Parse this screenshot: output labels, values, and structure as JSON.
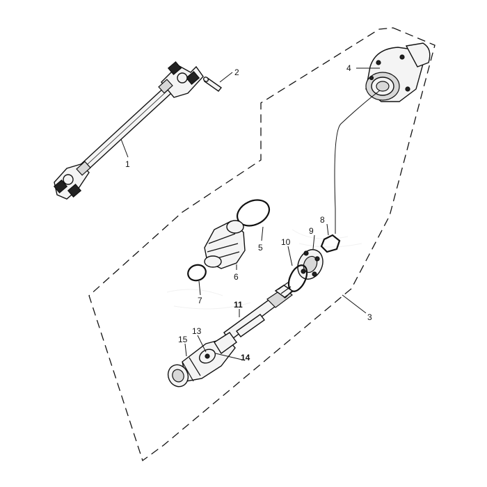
{
  "diagram": {
    "callouts": [
      {
        "id": "1",
        "label": "1"
      },
      {
        "id": "2",
        "label": "2"
      },
      {
        "id": "3",
        "label": "3"
      },
      {
        "id": "4",
        "label": "4"
      },
      {
        "id": "5",
        "label": "5"
      },
      {
        "id": "6",
        "label": "6"
      },
      {
        "id": "7",
        "label": "7"
      },
      {
        "id": "8",
        "label": "8"
      },
      {
        "id": "9",
        "label": "9"
      },
      {
        "id": "10",
        "label": "10"
      },
      {
        "id": "11",
        "label": "11"
      },
      {
        "id": "13",
        "label": "13"
      },
      {
        "id": "14",
        "label": "14"
      },
      {
        "id": "15",
        "label": "15"
      }
    ]
  }
}
